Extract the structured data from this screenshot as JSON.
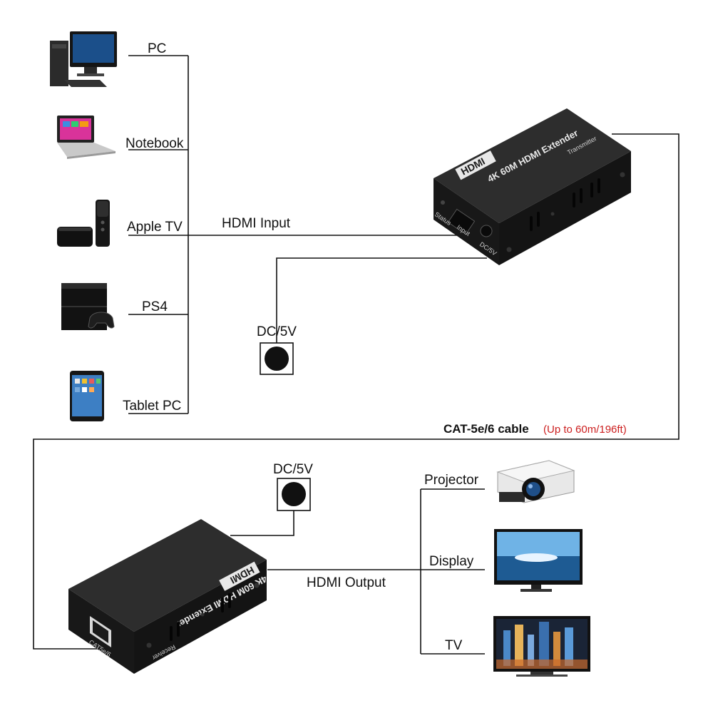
{
  "sources": {
    "pc": "PC",
    "notebook": "Notebook",
    "apple_tv": "Apple TV",
    "ps4": "PS4",
    "tablet_pc": "Tablet PC"
  },
  "connections": {
    "hdmi_input": "HDMI Input",
    "hdmi_output": "HDMI Output",
    "cable": "CAT-5e/6 cable",
    "cable_note": "(Up to 60m/196ft)",
    "power_top": "DC/5V",
    "power_bottom": "DC/5V"
  },
  "transmitter": {
    "brand": "HDMI",
    "model": "4K 60M HDMI Extender",
    "role": "Transmitter",
    "port_status": "Status",
    "port_input": "Input",
    "port_dc": "DC/5V"
  },
  "receiver": {
    "brand": "HDMI",
    "model": "4K 60M HDMI Extender",
    "role": "Receiver",
    "port_cat": "CAT5e/6"
  },
  "outputs": {
    "projector": "Projector",
    "display": "Display",
    "tv": "TV"
  },
  "colors": {
    "line": "#111111",
    "cable_note": "#cc1f1f",
    "device_body": "#1c1c1c"
  }
}
